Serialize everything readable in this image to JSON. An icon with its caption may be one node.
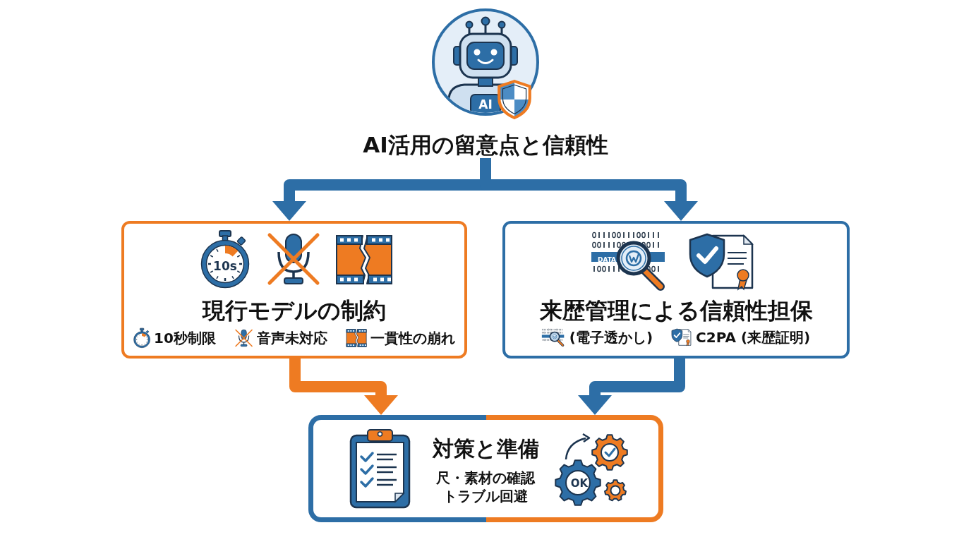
{
  "diagram": {
    "nodes": [
      {
        "text": [
          "AI活用の留意点と信頼性"
        ]
      },
      {
        "text": [
          "現行モデルの制約",
          "10秒制限",
          "音声未対応",
          "一貫性の崩れ"
        ]
      },
      {
        "text": [
          "来歴管理による信頼性担保",
          "(電子透かし)",
          "C2PA (来歴証明)"
        ]
      },
      {
        "text": [
          "対策と準備",
          "尺・素材の確認",
          "トラブル回避"
        ]
      }
    ],
    "edges": [
      {
        "from": 0,
        "to": 1,
        "arrow": "to"
      },
      {
        "from": 0,
        "to": 2,
        "arrow": "to"
      },
      {
        "from": 1,
        "to": 3,
        "arrow": "to",
        "color": "#ee7b22"
      },
      {
        "from": 2,
        "to": 3,
        "arrow": "to"
      }
    ],
    "labels": [
      "AI",
      "10s",
      "DATA",
      "OK"
    ]
  }
}
